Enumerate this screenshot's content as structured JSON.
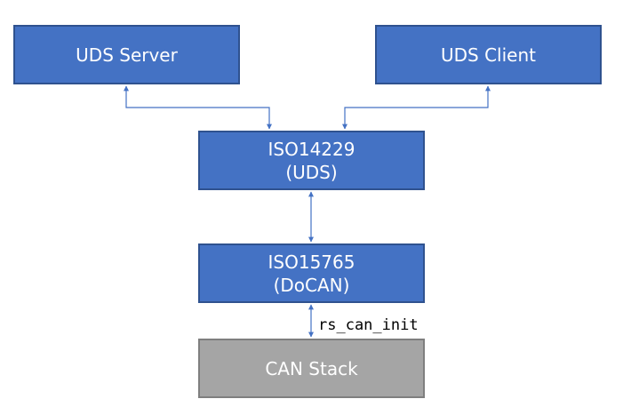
{
  "nodes": {
    "uds_server": {
      "label": "UDS Server"
    },
    "uds_client": {
      "label": "UDS Client"
    },
    "iso14229": {
      "line1": "ISO14229",
      "line2": "(UDS)"
    },
    "iso15765": {
      "line1": "ISO15765",
      "line2": "(DoCAN)"
    },
    "can_stack": {
      "label": "CAN Stack"
    }
  },
  "edges": [
    {
      "from": "iso14229",
      "to": "uds_server",
      "direction": "both"
    },
    {
      "from": "iso14229",
      "to": "uds_client",
      "direction": "both"
    },
    {
      "from": "iso14229",
      "to": "iso15765",
      "direction": "both"
    },
    {
      "from": "iso15765",
      "to": "can_stack",
      "direction": "both",
      "label": "rs_can_init"
    }
  ],
  "colors": {
    "box_fill": "#4472c4",
    "box_border": "#2f528f",
    "stack_fill": "#a5a5a5",
    "stack_border": "#7f7f7f",
    "connector": "#4472c4",
    "text": "#ffffff"
  }
}
